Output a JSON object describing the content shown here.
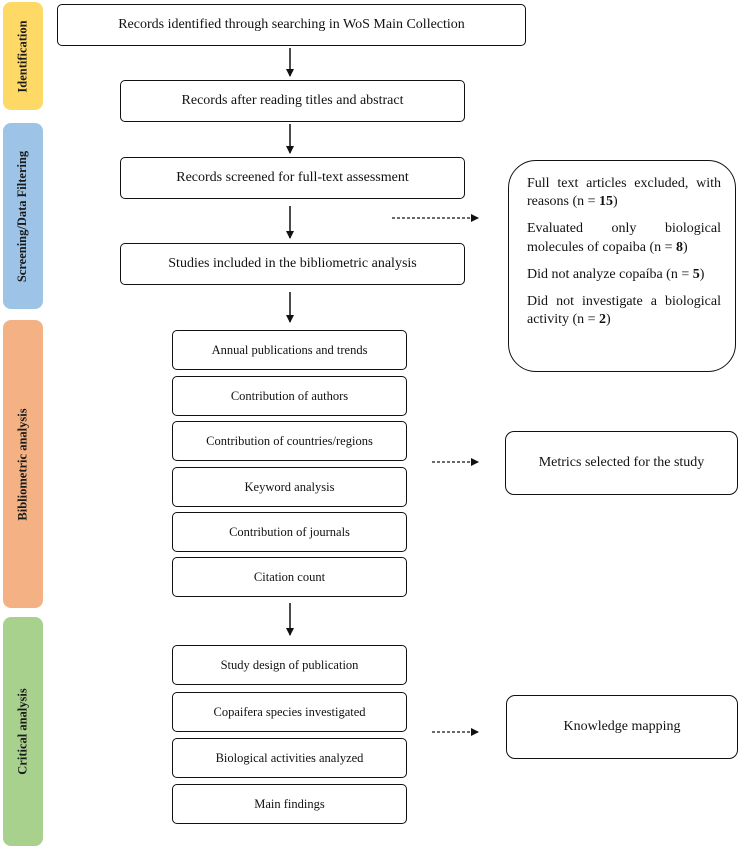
{
  "phases": {
    "identification": "Identification",
    "screening": "Screening/Data Filtering",
    "bibliometric": "Bibliometric analysis",
    "critical": "Critical analysis"
  },
  "phase_colors": {
    "identification": "#FFD966",
    "screening": "#9DC3E6",
    "bibliometric": "#F4B183",
    "critical": "#A9D18E"
  },
  "flow": {
    "identified": "Records identified through searching in WoS Main Collection",
    "after_reading": "Records after reading titles and abstract",
    "screened": "Records screened for full-text assessment",
    "included": "Studies included in the bibliometric analysis"
  },
  "exclusions": {
    "header_prefix": "Full text articles excluded, with reasons (n = ",
    "header_n": "15",
    "header_suffix": ")",
    "items": [
      {
        "prefix": "Evaluated only biological molecules of copaiba (n = ",
        "n": "8",
        "suffix": ")"
      },
      {
        "prefix": "Did not analyze copaíba (n = ",
        "n": "5",
        "suffix": ")"
      },
      {
        "prefix": "Did not investigate a biological activity (n = ",
        "n": "2",
        "suffix": ")"
      }
    ]
  },
  "bibliometric_items": [
    "Annual publications and trends",
    "Contribution of authors",
    "Contribution of countries/regions",
    "Keyword analysis",
    "Contribution of journals",
    "Citation count"
  ],
  "metrics_note": "Metrics selected for the study",
  "critical_items": [
    "Study design of publication",
    "Copaifera species investigated",
    "Biological activities analyzed",
    "Main findings"
  ],
  "knowledge_note": "Knowledge mapping"
}
